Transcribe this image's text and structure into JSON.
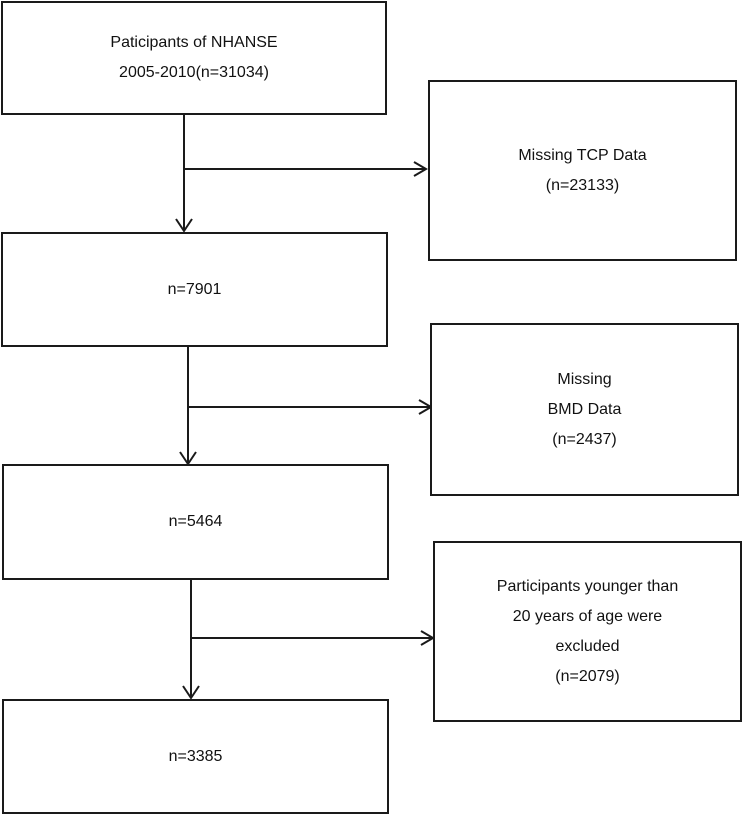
{
  "main_boxes": [
    {
      "lines": [
        "Paticipants of NHANSE",
        "2005-2010(n=31034)"
      ]
    },
    {
      "lines": [
        "n=7901"
      ]
    },
    {
      "lines": [
        "n=5464"
      ]
    },
    {
      "lines": [
        "n=3385"
      ]
    }
  ],
  "exclusion_boxes": [
    {
      "lines": [
        "Missing TCP Data",
        "(n=23133)"
      ]
    },
    {
      "lines": [
        "Missing",
        "BMD Data",
        "(n=2437)"
      ]
    },
    {
      "lines": [
        "Participants younger than",
        "20 years of age were",
        "excluded",
        "(n=2079)"
      ]
    }
  ],
  "colors": {
    "stroke": "#1a1a1a",
    "background": "#ffffff",
    "text": "#111111"
  }
}
